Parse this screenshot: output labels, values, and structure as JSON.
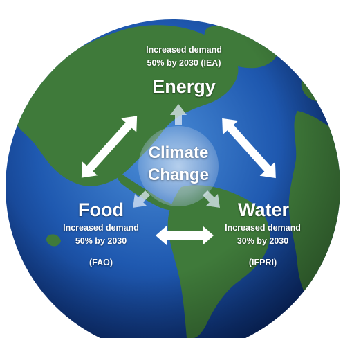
{
  "center": {
    "line1": "Climate",
    "line2": "Change"
  },
  "energy": {
    "note_line1": "Increased demand",
    "note_line2": "50% by 2030 (IEA)",
    "title": "Energy"
  },
  "food": {
    "title": "Food",
    "note_line1": "Increased demand",
    "note_line2": "50% by 2030",
    "source": "(FAO)"
  },
  "water": {
    "title": "Water",
    "note_line1": "Increased demand",
    "note_line2": "30% by 2030",
    "source": "(IFPRI)"
  },
  "colors": {
    "ocean_dark": "#0a2a6e",
    "ocean_light": "#3d7fd0",
    "land": "#3f7a3a",
    "arrow": "#ffffff"
  },
  "icons": {
    "arrows": "double-headed-arrow-icon",
    "center_arrows": "single-arrow-icon"
  }
}
